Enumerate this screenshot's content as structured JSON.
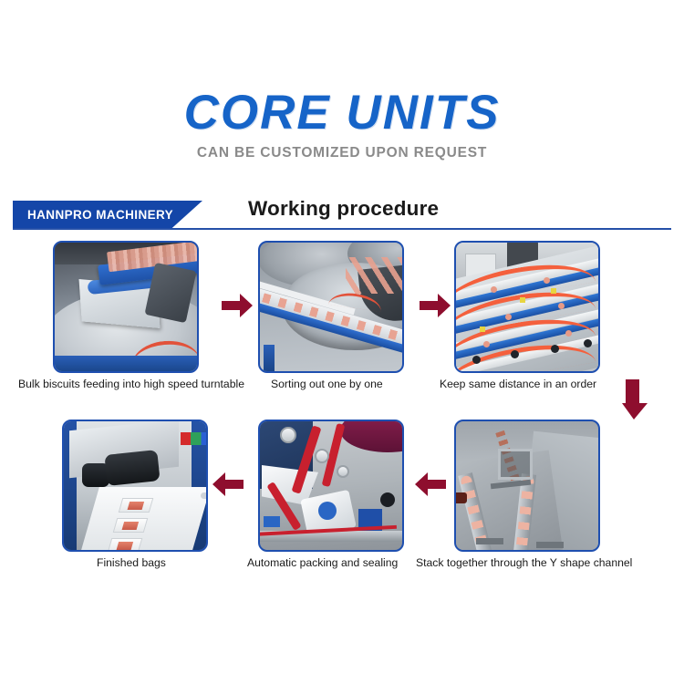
{
  "title": {
    "main": "CORE UNITS",
    "sub": "CAN BE CUSTOMIZED UPON REQUEST",
    "main_color": "#1664c8",
    "sub_color": "#8a8a8a"
  },
  "section": {
    "brand_tab": "HANNPRO  MACHINERY",
    "heading": "Working procedure",
    "tab_color": "#1446a8",
    "rule_color": "#2550a8"
  },
  "flow": {
    "arrow_color": "#8e0e2e",
    "steps": [
      {
        "id": "step-1",
        "caption": "Bulk biscuits feeding into high speed turntable"
      },
      {
        "id": "step-2",
        "caption": "Sorting out one by one"
      },
      {
        "id": "step-3",
        "caption": "Keep same distance in an order"
      },
      {
        "id": "step-4",
        "caption": "Stack together through the Y shape channel"
      },
      {
        "id": "step-5",
        "caption": "Automatic packing and sealing"
      },
      {
        "id": "step-6",
        "caption": "Finished bags"
      }
    ],
    "arrows": [
      {
        "id": "arrow-1-2",
        "direction": "right"
      },
      {
        "id": "arrow-2-3",
        "direction": "right"
      },
      {
        "id": "arrow-3-4",
        "direction": "down"
      },
      {
        "id": "arrow-4-5",
        "direction": "left"
      },
      {
        "id": "arrow-5-6",
        "direction": "left"
      }
    ]
  }
}
